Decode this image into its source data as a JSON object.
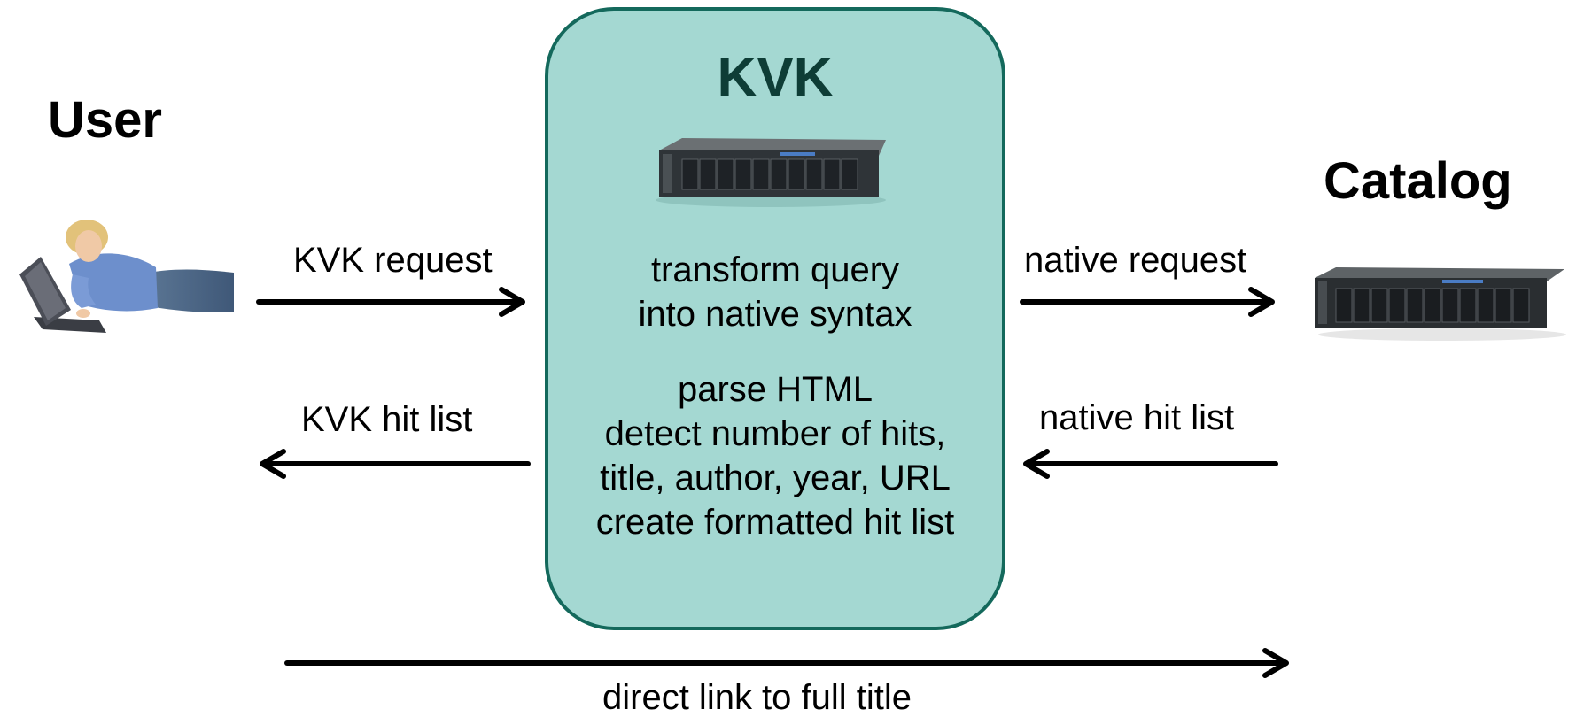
{
  "user": {
    "label": "User"
  },
  "catalog": {
    "label": "Catalog"
  },
  "kvk": {
    "title": "KVK",
    "transform": [
      "transform query",
      "into native syntax"
    ],
    "parse": [
      "parse HTML",
      "detect number of hits,",
      "title, author, year, URL",
      "create formatted hit list"
    ]
  },
  "flows": {
    "kvk_request": "KVK request",
    "kvk_hit_list": "KVK hit list",
    "native_request": "native request",
    "native_hit_list": "native hit list",
    "direct_link": "direct link to full title"
  },
  "colors": {
    "box_fill": "#a4d8d2",
    "box_border": "#14695c",
    "title": "#0e3d36",
    "arrow": "#000000"
  }
}
